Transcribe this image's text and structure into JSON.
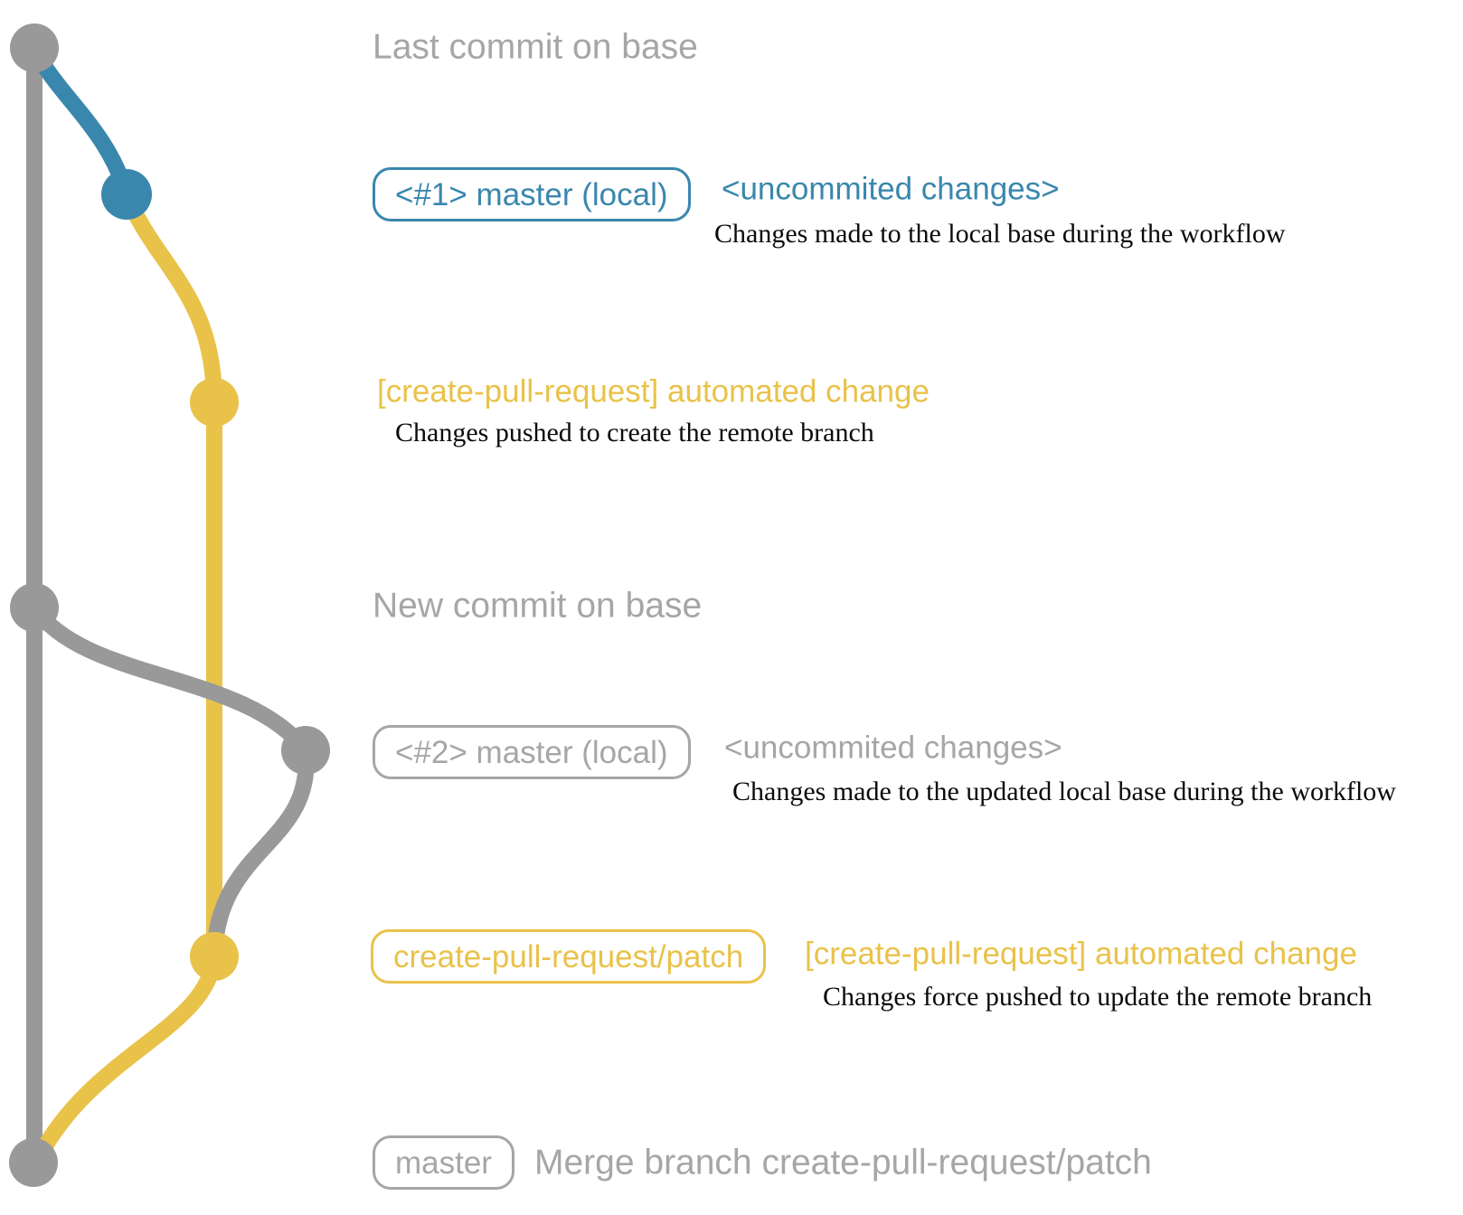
{
  "colors": {
    "graph_gray": "#999999",
    "text_gray": "#a6a6a6",
    "blue": "#3a87ad",
    "yellow": "#e9c24a",
    "description_black": "#0b0b0b",
    "background": "#ffffff"
  },
  "annotations": {
    "last_commit": {
      "header": "Last commit on base"
    },
    "local_1": {
      "branch_label": "<#1> master (local)",
      "note": "<uncommited changes>",
      "description": "Changes made to the local base during the workflow"
    },
    "push_1": {
      "note": "[create-pull-request] automated change",
      "description": "Changes pushed to create the remote branch"
    },
    "new_commit": {
      "header": "New commit on base"
    },
    "local_2": {
      "branch_label": "<#2> master (local)",
      "note": "<uncommited changes>",
      "description": "Changes made to the updated local base during the workflow"
    },
    "push_2": {
      "branch_label": "create-pull-request/patch",
      "note": "[create-pull-request] automated change",
      "description": "Changes force pushed to update the remote branch"
    },
    "merge": {
      "branch_label": "master",
      "note": "Merge branch create-pull-request/patch"
    }
  },
  "graph": {
    "branches": [
      {
        "name": "base (master)",
        "color_key": "graph_gray"
      },
      {
        "name": "master (local) #1",
        "color_key": "blue"
      },
      {
        "name": "create-pull-request/patch",
        "color_key": "yellow"
      },
      {
        "name": "master (local) #2",
        "color_key": "graph_gray"
      }
    ]
  }
}
